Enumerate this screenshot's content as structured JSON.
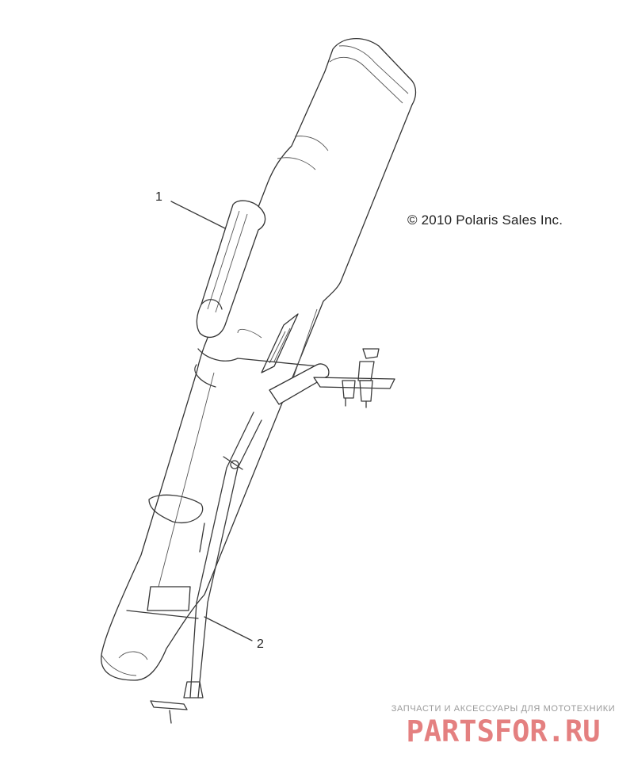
{
  "diagram": {
    "callouts": [
      {
        "id": "1",
        "label": "1"
      },
      {
        "id": "2",
        "label": "2"
      }
    ],
    "copyright": "© 2010 Polaris Sales Inc."
  },
  "watermark": {
    "tagline": "ЗАПЧАСТИ И АКСЕССУАРЫ ДЛЯ МОТОТЕХНИКИ",
    "logo": "PARTSFOR.RU",
    "color": "#e06a6a"
  }
}
